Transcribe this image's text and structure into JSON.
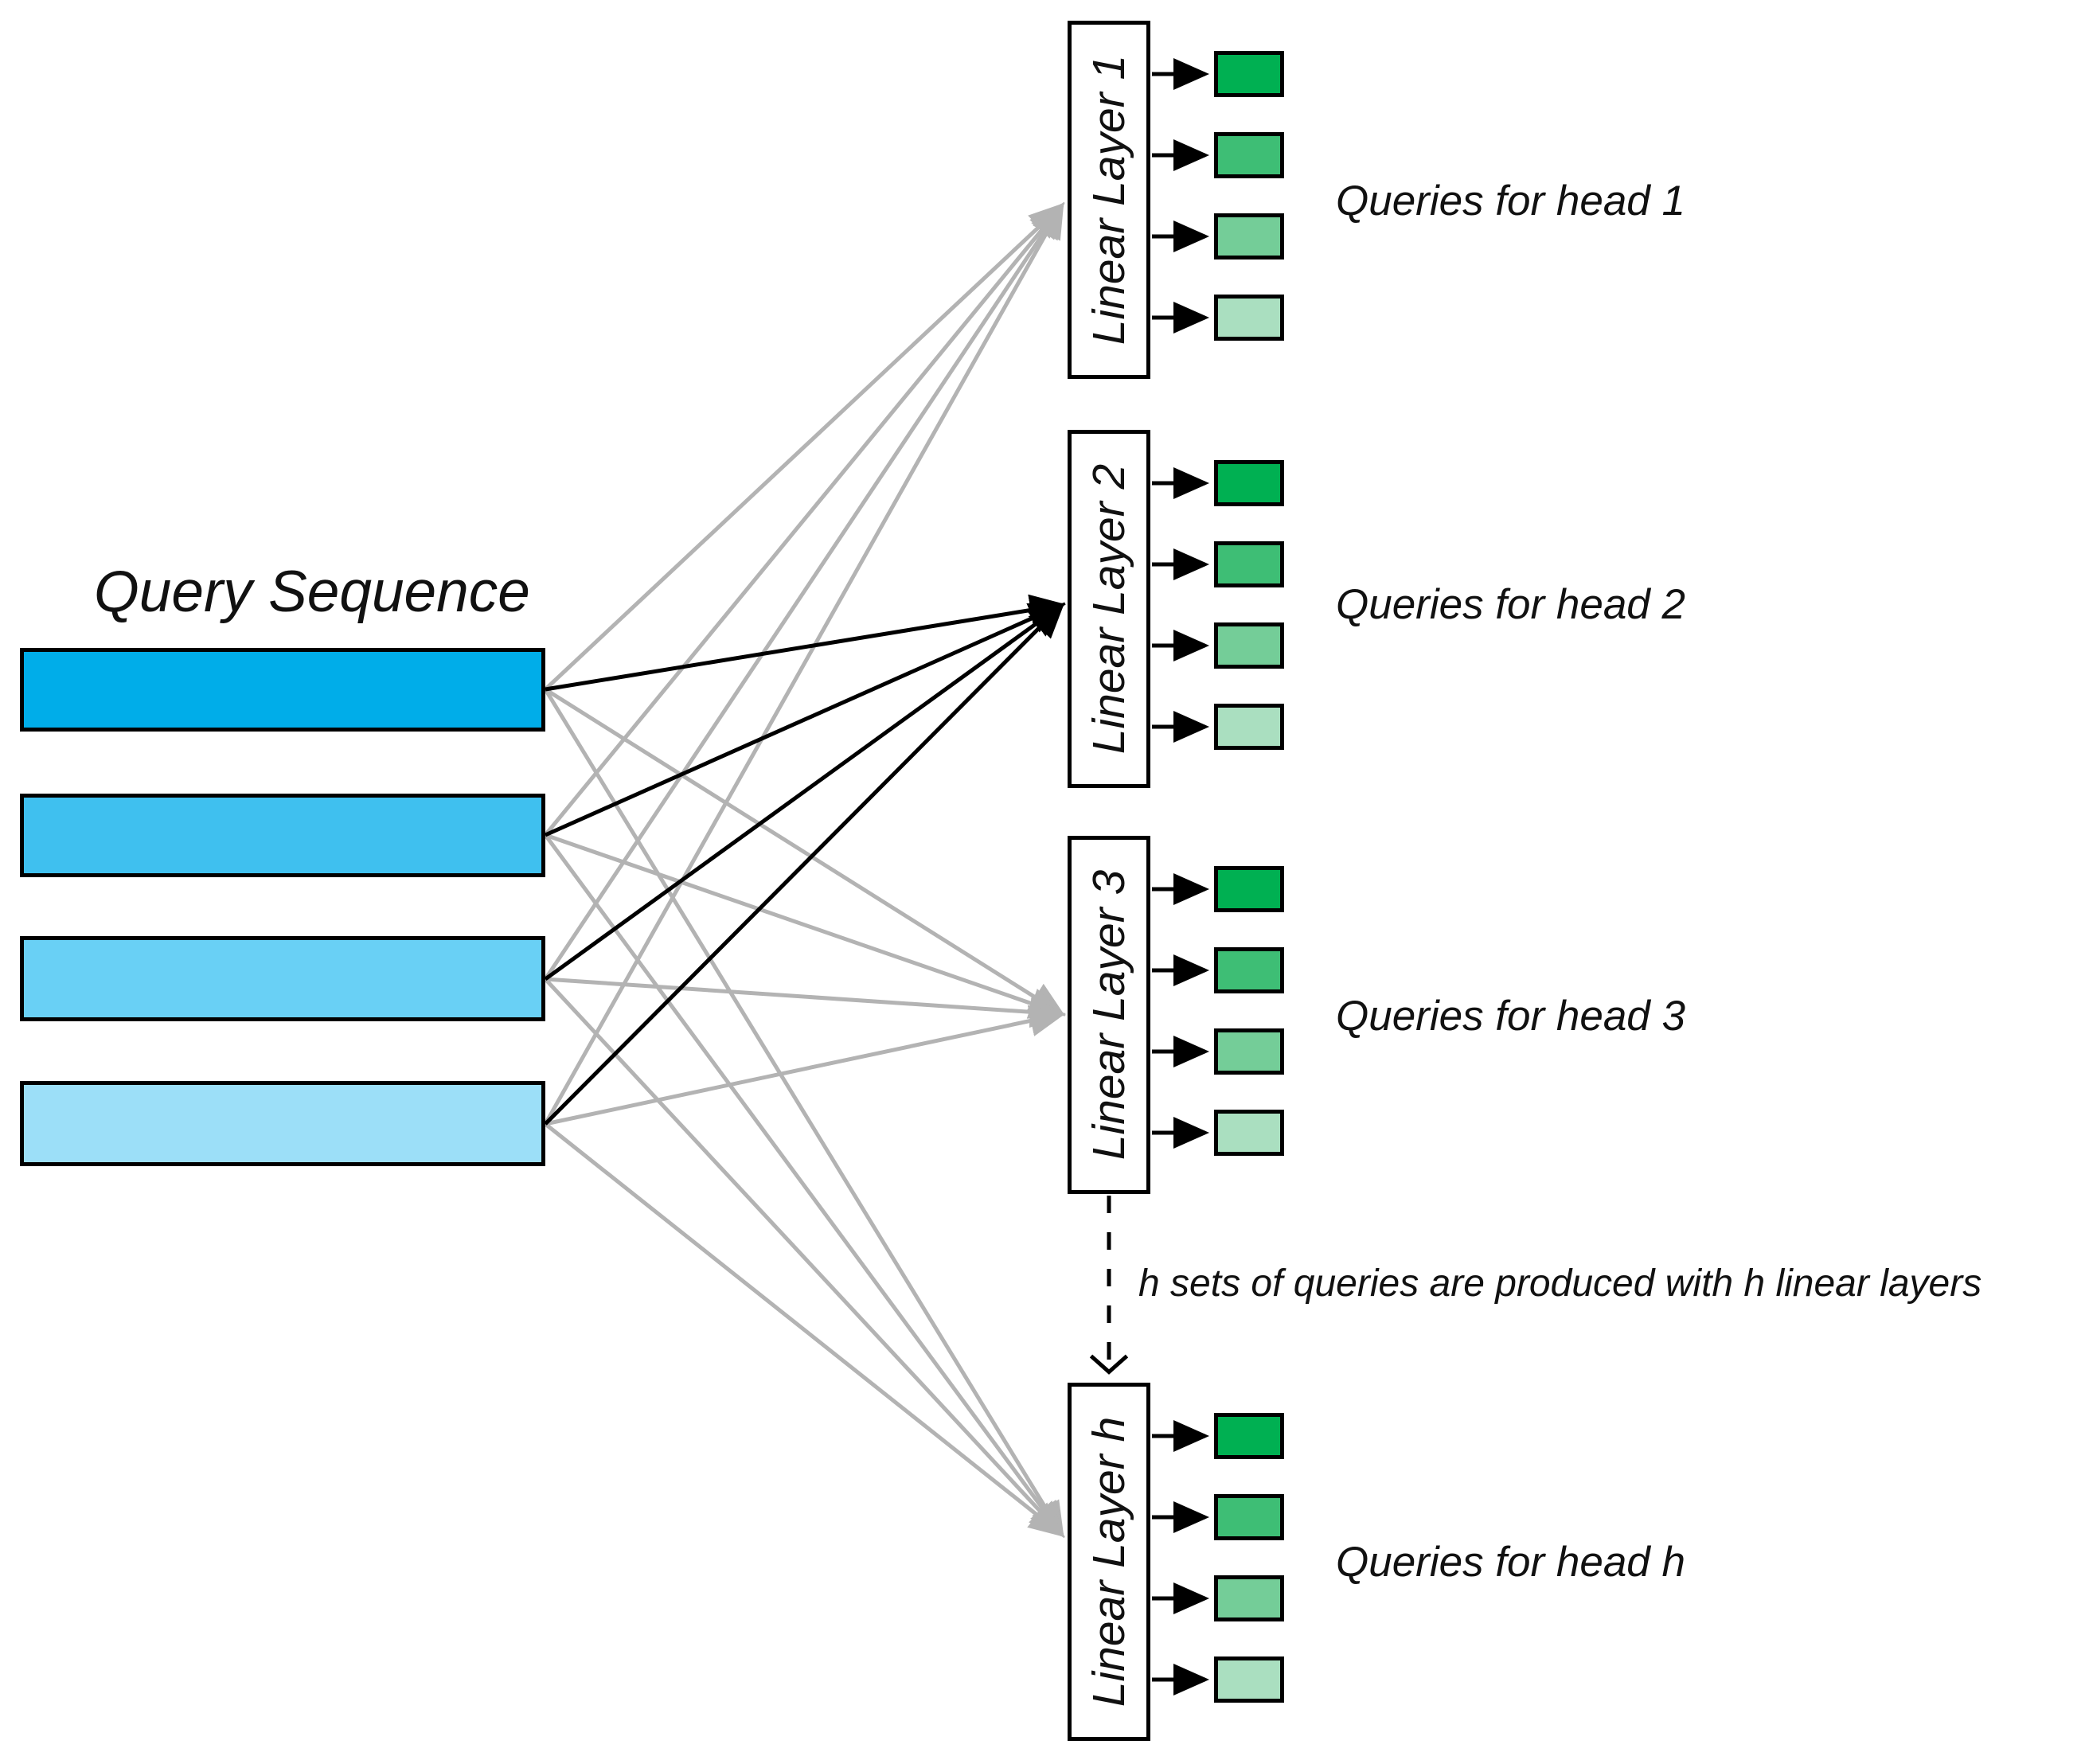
{
  "diagram": {
    "title": "Query Sequence",
    "annotation": "h sets of queries are produced with h linear layers",
    "heads": [
      {
        "layer_label": "Linear Layer 1",
        "queries_label": "Queries for head 1"
      },
      {
        "layer_label": "Linear Layer 2",
        "queries_label": "Queries for head 2"
      },
      {
        "layer_label": "Linear Layer 3",
        "queries_label": "Queries for head 3"
      },
      {
        "layer_label": "Linear Layer h",
        "queries_label": "Queries for head h"
      }
    ]
  },
  "colors": {
    "query_sequence_blues": [
      "#00ADE9",
      "#3FC0EF",
      "#69D0F5",
      "#9CDFF8"
    ],
    "query_head_greens": [
      "#00B052",
      "#3EBE75",
      "#74CD98",
      "#AADFC0"
    ],
    "connection_gray": "#B3B3B3",
    "connection_black": "#000000",
    "outline_black": "#000000"
  }
}
